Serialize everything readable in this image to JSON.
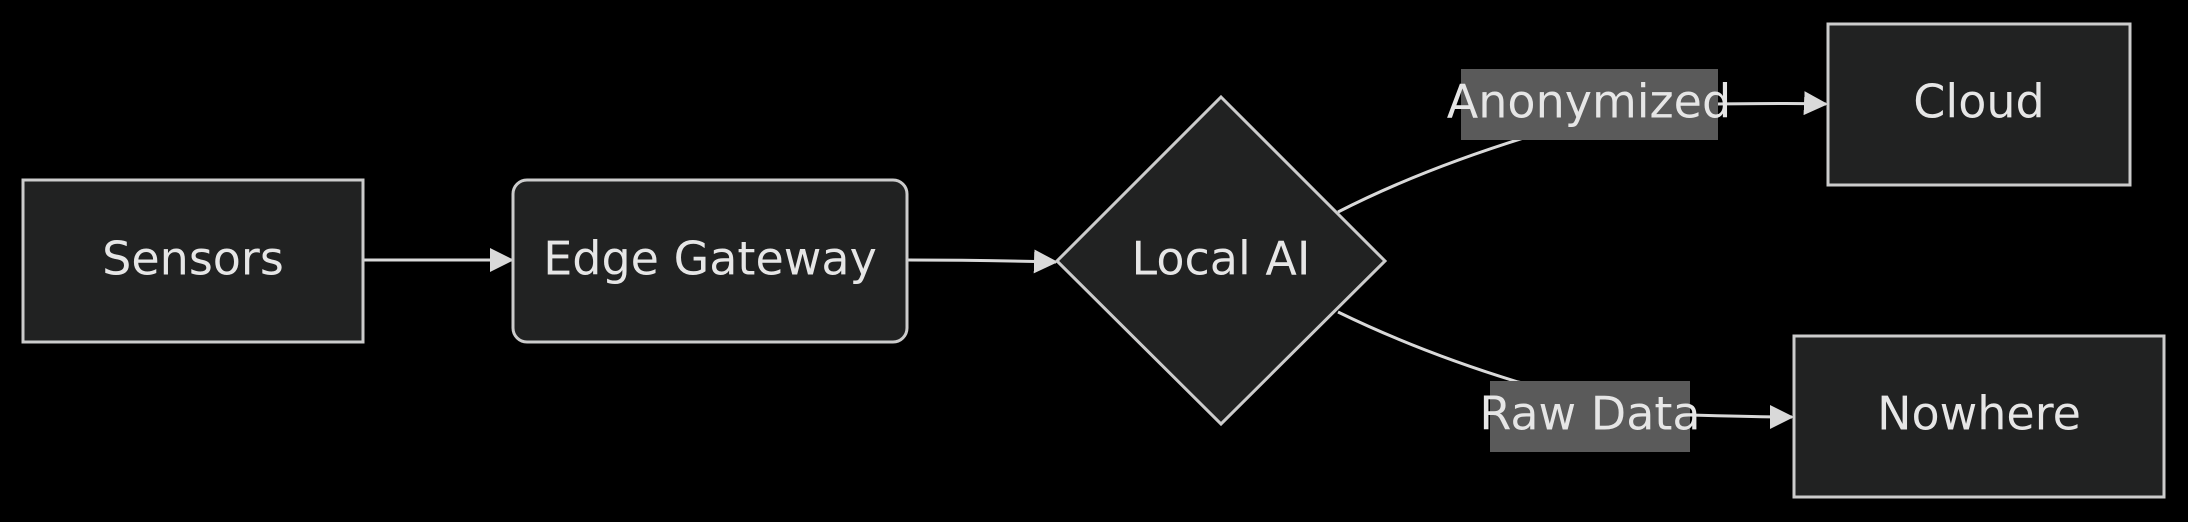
{
  "diagram": {
    "type": "flowchart",
    "direction": "left-to-right",
    "colors": {
      "background": "#000000",
      "node_fill": "#212222",
      "node_border": "#cccccc",
      "edge": "#d9d9d9",
      "edge_label_background": "#5a5a5a",
      "text": "#e6e6e6"
    },
    "nodes": {
      "sensors": {
        "label": "Sensors",
        "shape": "rectangle"
      },
      "edge_gateway": {
        "label": "Edge Gateway",
        "shape": "rounded-rectangle"
      },
      "local_ai": {
        "label": "Local AI",
        "shape": "diamond"
      },
      "cloud": {
        "label": "Cloud",
        "shape": "rectangle"
      },
      "nowhere": {
        "label": "Nowhere",
        "shape": "rectangle"
      }
    },
    "edges": [
      {
        "from": "Sensors",
        "to": "Edge Gateway",
        "label": ""
      },
      {
        "from": "Edge Gateway",
        "to": "Local AI",
        "label": ""
      },
      {
        "from": "Local AI",
        "to": "Cloud",
        "label": "Anonymized"
      },
      {
        "from": "Local AI",
        "to": "Nowhere",
        "label": "Raw Data"
      }
    ]
  }
}
